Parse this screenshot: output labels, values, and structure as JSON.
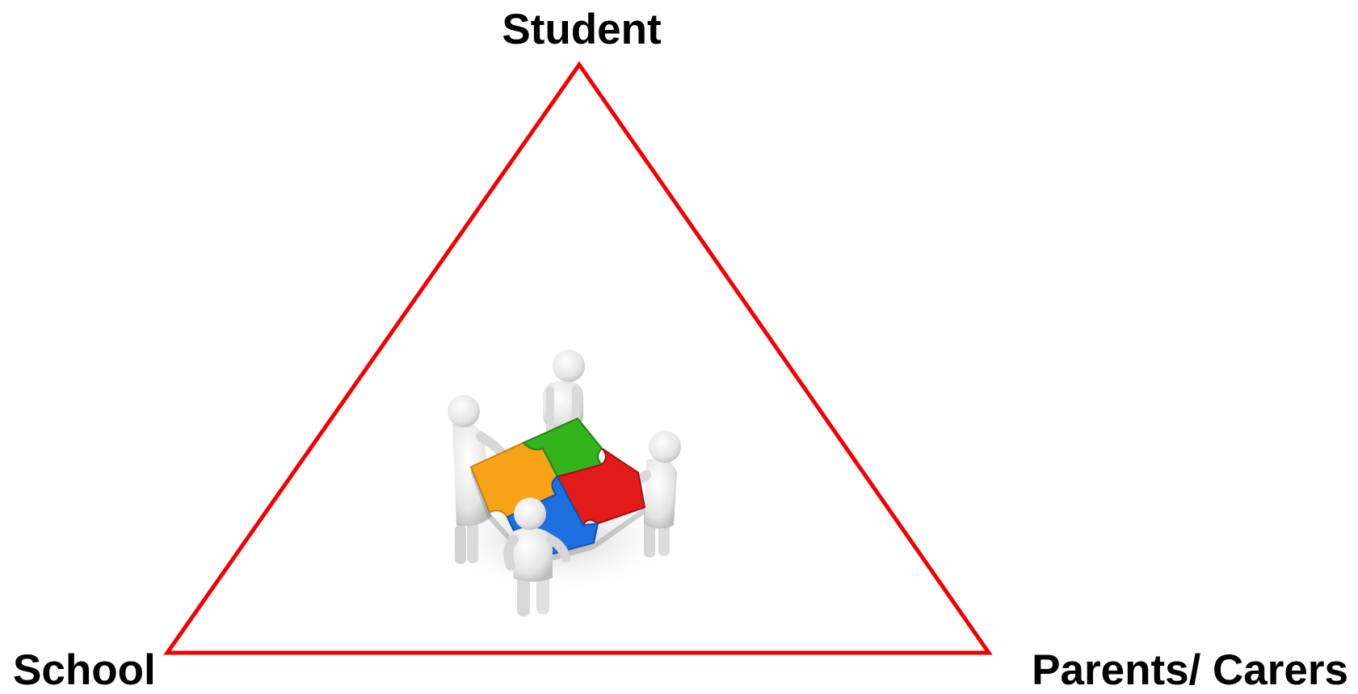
{
  "diagram": {
    "labels": {
      "top": "Student",
      "bottom_left": "School",
      "bottom_right": "Parents/ Carers"
    },
    "triangle_color": "#ee0000",
    "puzzle": {
      "piece_colors": {
        "green": "#34b41c",
        "orange": "#f5a418",
        "red": "#e21b1b",
        "blue": "#1d6fe0"
      },
      "figure_color": "#ececec",
      "figure_count": 4
    }
  }
}
